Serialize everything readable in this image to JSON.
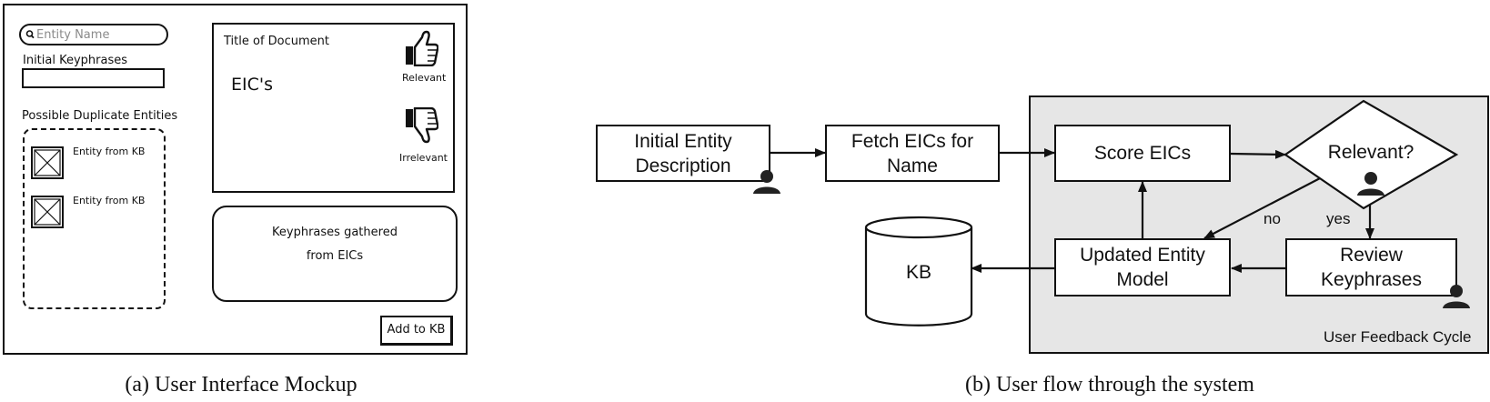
{
  "mockup": {
    "search": {
      "placeholder": "Entity Name"
    },
    "initial_keyphrases_label": "Initial Keyphrases",
    "possible_duplicates_label": "Possible Duplicate Entities",
    "duplicates": [
      {
        "label": "Entity from KB"
      },
      {
        "label": "Entity from KB"
      }
    ],
    "document": {
      "title": "Title of Document",
      "body": "EIC's",
      "relevant_label": "Relevant",
      "irrelevant_label": "Irrelevant"
    },
    "keyphrases_gathered": {
      "line1": "Keyphrases gathered",
      "line2": "from EICs"
    },
    "add_button_label": "Add to KB",
    "icons": {
      "search": "search-icon",
      "thumbs_up": "thumbs-up-icon",
      "thumbs_down": "thumbs-down-icon",
      "image_placeholder": "image-placeholder-icon"
    }
  },
  "captions": {
    "a": "(a) User Interface Mockup",
    "b": "(b) User flow through the system"
  },
  "flow": {
    "nodes": {
      "initial": {
        "line1": "Initial Entity",
        "line2": "Description"
      },
      "fetch": {
        "line1": "Fetch EICs for",
        "line2": "Name"
      },
      "score": {
        "line1": "Score EICs"
      },
      "relevant": {
        "line1": "Relevant?"
      },
      "updated": {
        "line1": "Updated Entity",
        "line2": "Model"
      },
      "review": {
        "line1": "Review",
        "line2": "Keyphrases"
      },
      "kb": {
        "line1": "KB"
      }
    },
    "edge_labels": {
      "no": "no",
      "yes": "yes"
    },
    "cycle_label": "User Feedback Cycle",
    "icons": {
      "user": "user-icon"
    },
    "colors": {
      "cycle_background": "#e6e6e6",
      "stroke": "#111111"
    }
  }
}
